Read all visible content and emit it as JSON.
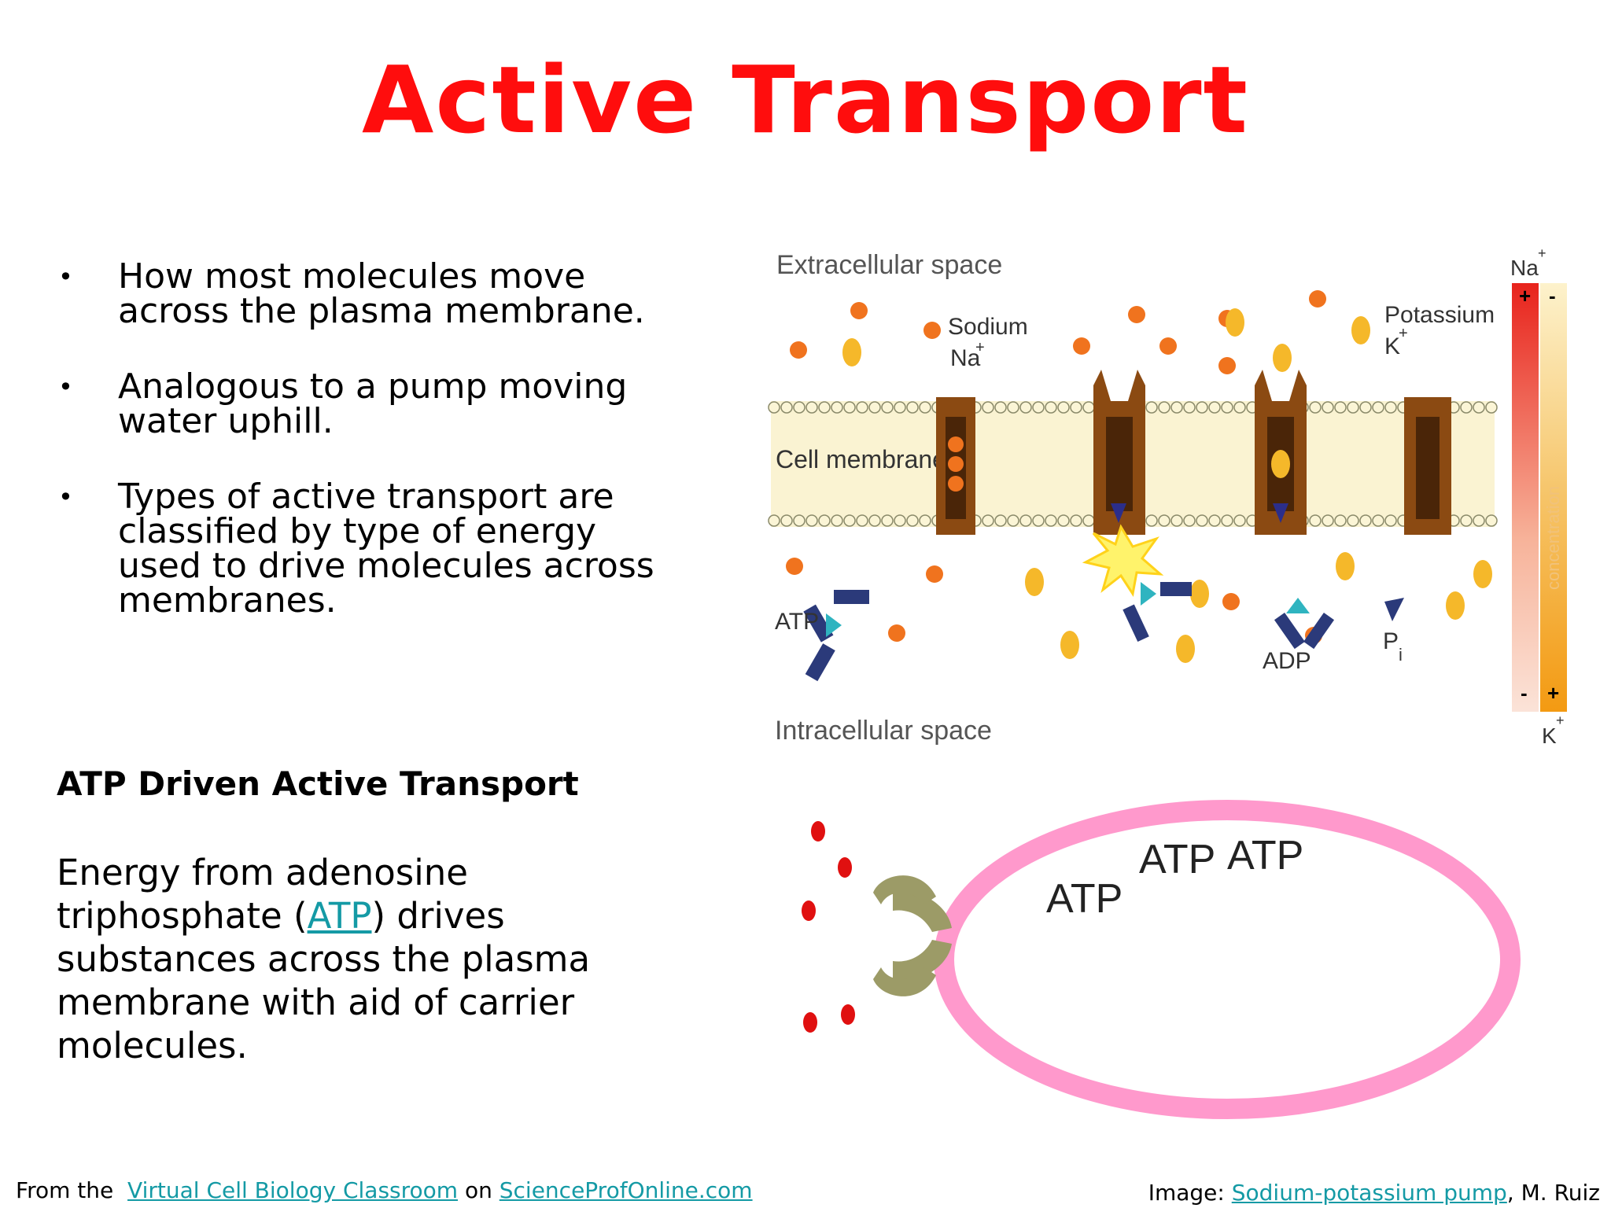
{
  "slide": {
    "title": "Active Transport",
    "bullets": [
      "How most molecules move across the plasma membrane.",
      "Analogous to a pump moving water uphill.",
      "Types of active transport are classified by type of energy used to drive molecules across membranes."
    ],
    "subheading": "ATP Driven Active Transport",
    "paragraph": {
      "before": "Energy from adenosine triphosphate (",
      "link": "ATP",
      "after": ") drives substances across the plasma membrane with aid of carrier molecules."
    }
  },
  "diagram": {
    "extracellular_label": "Extracellular space",
    "intracellular_label": "Intracellular space",
    "cell_membrane_label": "Cell membrane",
    "sodium_label": "Sodium",
    "sodium_symbol": "Na",
    "potassium_label": "Potassium",
    "potassium_symbol": "K",
    "plus": "+",
    "atp_label": "ATP",
    "adp_label": "ADP",
    "pi_label": "P",
    "pi_sub": "i",
    "gradient_label": "concentration",
    "na_top": "Na",
    "k_bottom": "K",
    "minus": "-"
  },
  "animation": {
    "atp_labels": [
      "ATP",
      "ATP",
      "ATP"
    ]
  },
  "footer": {
    "left_prefix": "From the",
    "left_link1": "Virtual Cell Biology Classroom",
    "left_mid": "on",
    "left_link2": "ScienceProfOnline.com",
    "right_prefix": "Image:",
    "right_link": "Sodium-potassium pump",
    "right_suffix": ", M. Ruiz"
  },
  "colors": {
    "title": "#ff0d0d",
    "link": "#149aa5",
    "membrane": "#ff99cc",
    "carrier": "#9c9b67",
    "sodium": "#f0731e",
    "potassium": "#f5b82a",
    "pump": "#8b4a12"
  }
}
